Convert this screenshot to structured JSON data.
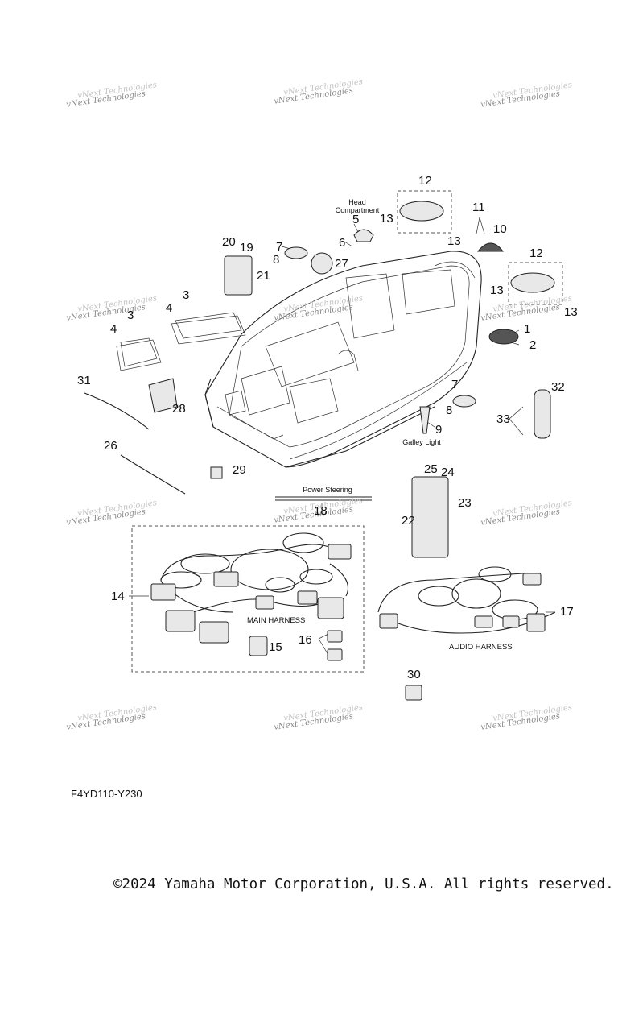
{
  "watermark": "vNext Technologies",
  "callouts": [
    "1",
    "2",
    "3",
    "3",
    "4",
    "4",
    "5",
    "6",
    "7",
    "7",
    "8",
    "8",
    "9",
    "10",
    "11",
    "12",
    "12",
    "13",
    "13",
    "13",
    "13",
    "14",
    "15",
    "16",
    "17",
    "18",
    "19",
    "20",
    "21",
    "22",
    "23",
    "24",
    "25",
    "26",
    "27",
    "28",
    "29",
    "30",
    "31",
    "32",
    "33"
  ],
  "notes": {
    "head_compartment": "Head\nCompartment",
    "galley_light": "Galley Light",
    "power_steering": "Power Steering"
  },
  "harness_labels": {
    "main": "MAIN HARNESS",
    "audio": "AUDIO HARNESS"
  },
  "figure_code": "F4YD110-Y230",
  "copyright": "©2024 Yamaha Motor Corporation, U.S.A. All rights reserved."
}
